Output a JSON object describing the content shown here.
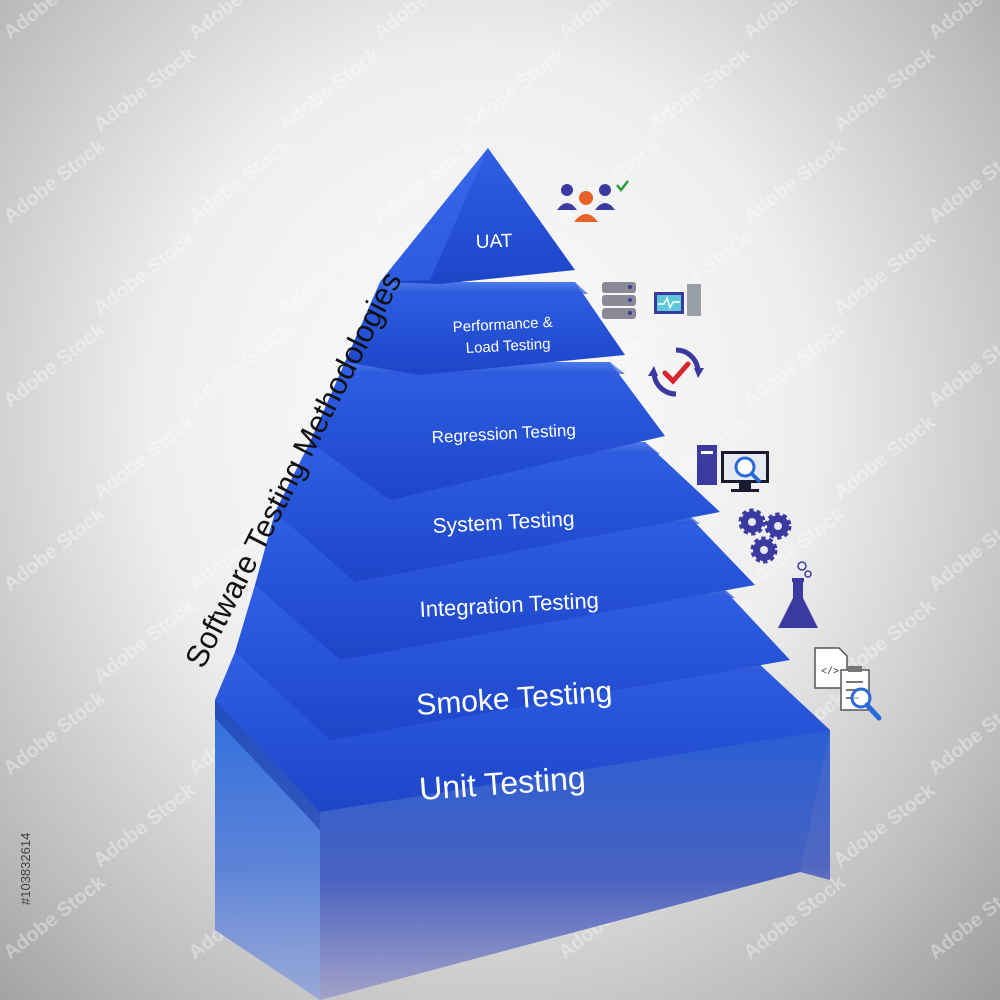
{
  "diagram": {
    "title": "Software Testing Methodologies",
    "layers": [
      {
        "label": "UAT",
        "icon": "users-approval-icon"
      },
      {
        "label_line1": "Performance &",
        "label_line2": "Load Testing",
        "icon": "server-monitor-icon"
      },
      {
        "label": "Regression Testing",
        "icon": "refresh-check-icon"
      },
      {
        "label": "System Testing",
        "icon": "computer-inspect-icon"
      },
      {
        "label": "Integration Testing",
        "icon": "gears-icon"
      },
      {
        "label": "Smoke Testing",
        "icon": "flask-icon"
      },
      {
        "label": "Unit Testing",
        "icon": "code-document-search-icon"
      }
    ]
  },
  "stock_id": "#103832614",
  "watermark_text": "Adobe Stock",
  "colors": {
    "layer_front_top": "#2c5ce0",
    "layer_front_bottom": "#1e44c4",
    "layer_side": "#1a3aa8",
    "base_top": "#2a5fd4",
    "base_bottom": "#7878b8",
    "icon_purple": "#3b3aa0",
    "icon_orange": "#e8622a",
    "icon_red": "#d8262e",
    "icon_green": "#2e9a3c"
  }
}
